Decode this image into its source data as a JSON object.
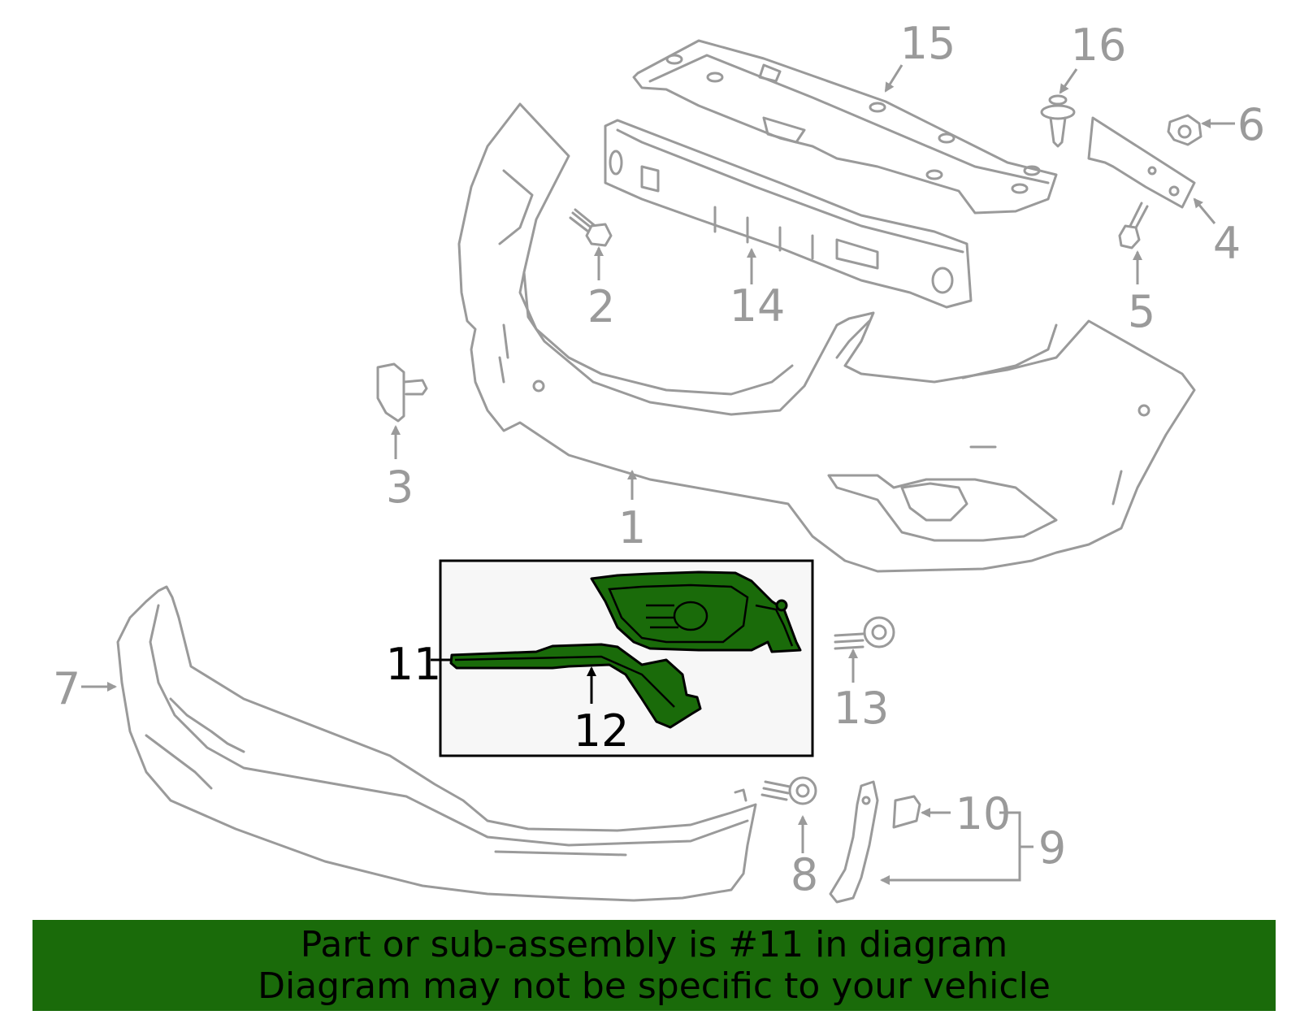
{
  "diagram": {
    "callouts": [
      "1",
      "2",
      "3",
      "4",
      "5",
      "6",
      "7",
      "8",
      "9",
      "10",
      "11",
      "12",
      "13",
      "14",
      "15",
      "16"
    ],
    "highlighted_callouts": [
      "11",
      "12"
    ],
    "colors": {
      "part_stroke": "#9a9a9a",
      "highlight_fill": "#1a6b0a",
      "inset_bg": "#f7f7f7",
      "banner_bg": "#1a6b0a"
    }
  },
  "footer": {
    "line1": "Part or sub-assembly is #11 in diagram",
    "line2": "Diagram may not be specific to your vehicle"
  }
}
